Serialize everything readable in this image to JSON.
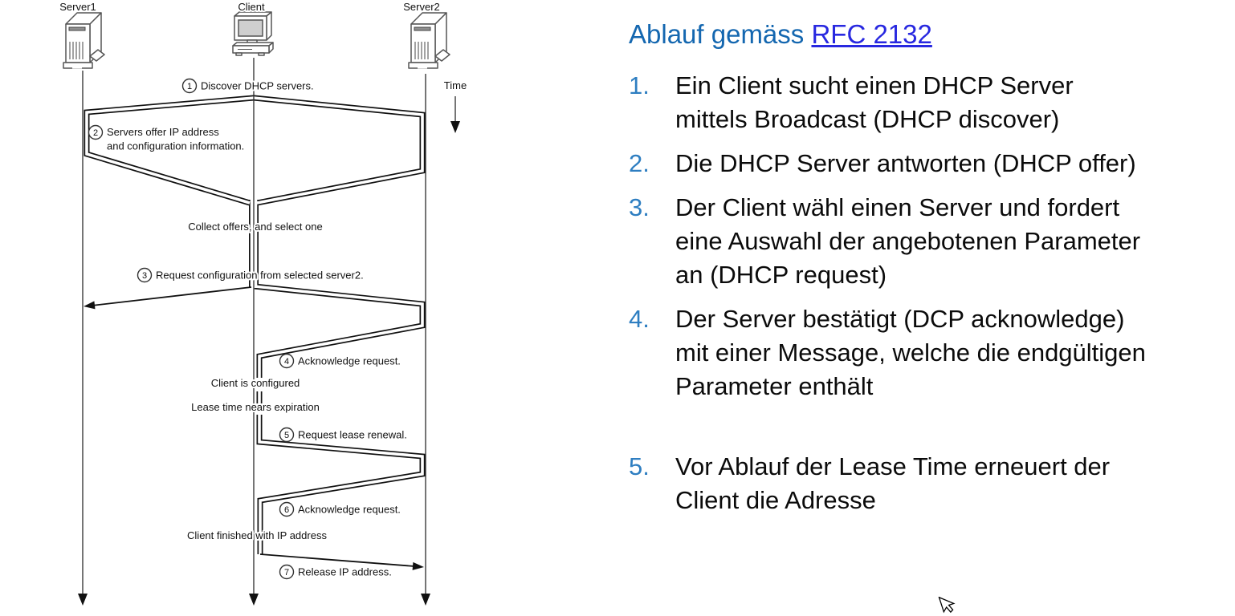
{
  "diagram": {
    "actors": {
      "server1": "Server1",
      "client": "Client",
      "server2": "Server2"
    },
    "time_label": "Time",
    "steps": [
      {
        "n": "1",
        "label": "Discover DHCP servers."
      },
      {
        "n": "2",
        "line1": "Servers offer IP address",
        "line2": "and configuration information."
      },
      {
        "n": "3",
        "label": "Request configuration from selected server2."
      },
      {
        "n": "4",
        "label": "Acknowledge request."
      },
      {
        "n": "5",
        "label": "Request lease renewal."
      },
      {
        "n": "6",
        "label": "Acknowledge request."
      },
      {
        "n": "7",
        "label": "Release IP address."
      }
    ],
    "notes": {
      "collect": "Collect offers, and select one",
      "configured": "Client is configured",
      "lease": "Lease time nears expiration",
      "finished": "Client finished with IP address"
    }
  },
  "panel": {
    "title_prefix": "Ablauf gemäss ",
    "title_link": "RFC 2132",
    "items": [
      {
        "num": "1.",
        "text": "Ein Client sucht einen DHCP Server\nmittels Broadcast (DHCP discover)"
      },
      {
        "num": "2.",
        "text": "Die DHCP Server antworten (DHCP offer)"
      },
      {
        "num": "3.",
        "text": "Der Client wähl einen Server und fordert\neine Auswahl der angebotenen Parameter\nan (DHCP request)"
      },
      {
        "num": "4.",
        "text": "Der Server bestätigt (DCP acknowledge)\nmit einer Message, welche die endgültigen\nParameter enthält"
      },
      {
        "num": "5.",
        "text": "Vor Ablauf der Lease Time erneuert der\nClient die Adresse"
      }
    ]
  },
  "colors": {
    "title_blue": "#1467B0",
    "link_blue": "#2828E0",
    "list_number_blue": "#2E7EC1",
    "diagram_ink": "#111111"
  }
}
